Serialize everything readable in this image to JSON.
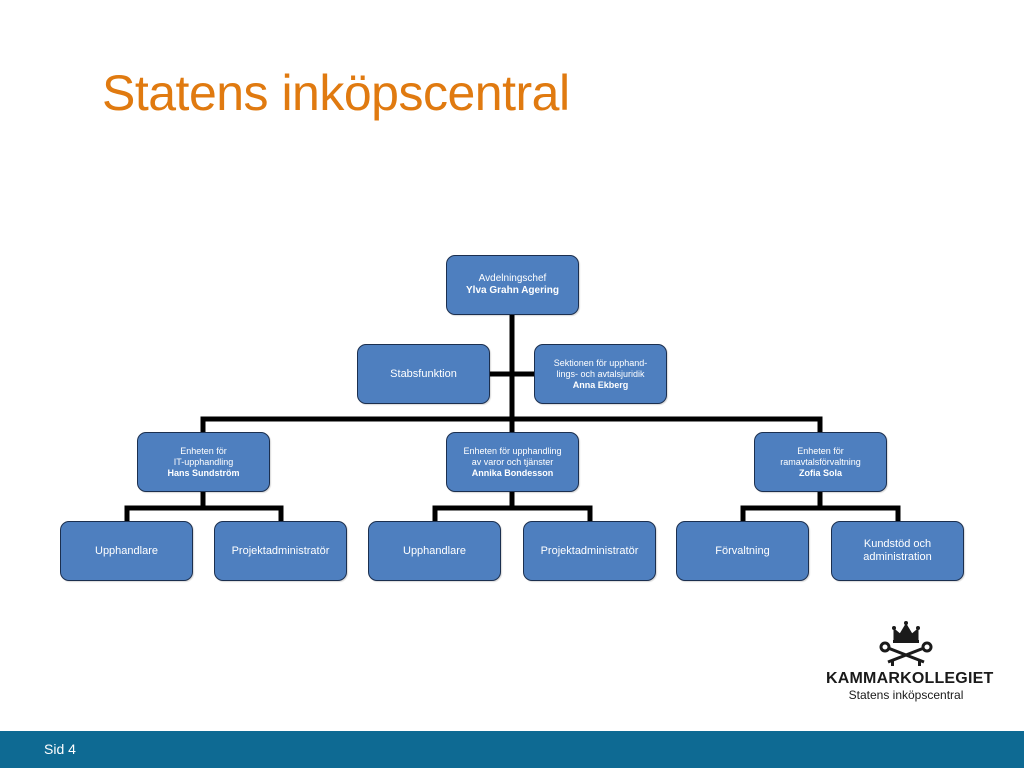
{
  "title": "Statens inköpscentral",
  "diagram": {
    "head": {
      "role": "Avdelningschef",
      "name": "Ylva Grahn Agering"
    },
    "staff_left": {
      "label": "Stabsfunktion"
    },
    "staff_right": {
      "line1": "Sektionen för upphand-",
      "line2": "lings- och avtalsjuridik",
      "name": "Anna Ekberg"
    },
    "units": [
      {
        "line1": "Enheten för",
        "line2": "IT-upphandling",
        "name": "Hans Sundström",
        "children": [
          "Upphandlare",
          "Projektadministratör"
        ]
      },
      {
        "line1": "Enheten för upphandling",
        "line2": "av varor och tjänster",
        "name": "Annika Bondesson",
        "children": [
          "Upphandlare",
          "Projektadministratör"
        ]
      },
      {
        "line1": "Enheten för",
        "line2": "ramavtalsförvaltning",
        "name": "Zofia Sola",
        "children": [
          "Förvaltning",
          "Kundstöd och administration"
        ]
      }
    ]
  },
  "logo": {
    "name": "KAMMARKOLLEGIET",
    "subtitle": "Statens inköpscentral",
    "icon": "crown-keys-icon"
  },
  "footer": {
    "page_label": "Sid 4"
  },
  "colors": {
    "title": "#e07a10",
    "box": "#4e7fbf",
    "box_border": "#1b2f4f",
    "footer": "#0e6a93"
  }
}
